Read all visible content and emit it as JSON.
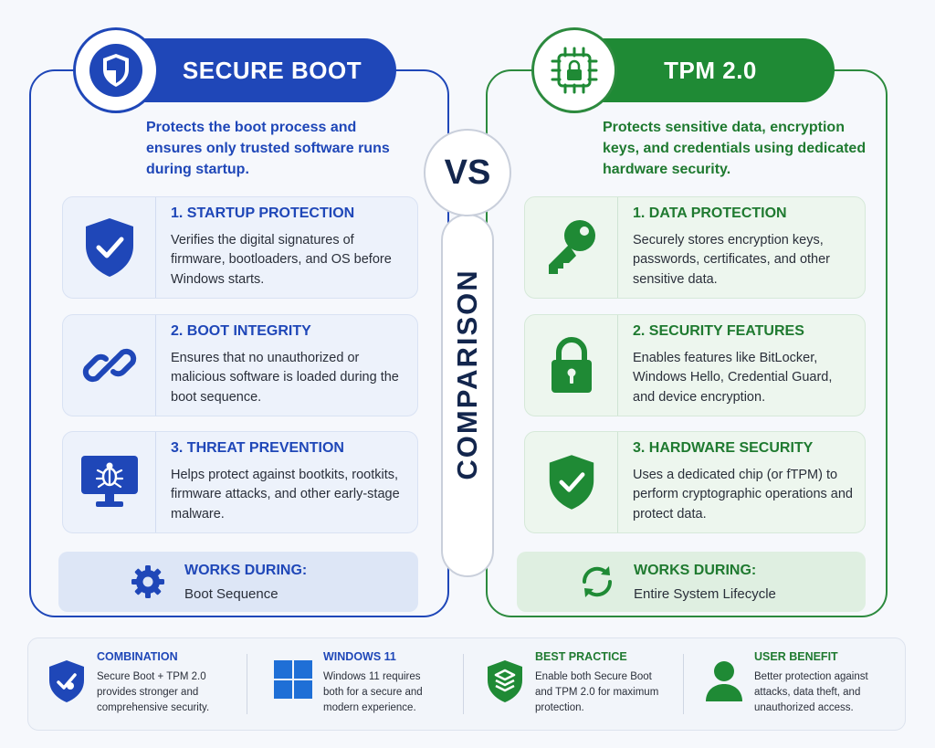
{
  "secure_boot": {
    "title": "SECURE BOOT",
    "intro": "Protects the boot process and ensures only trusted software runs during startup.",
    "accent": "#1f47b8",
    "features": [
      {
        "title": "1. STARTUP PROTECTION",
        "desc": "Verifies the digital signatures of firmware, bootloaders, and OS before Windows starts.",
        "icon": "shield-check-icon"
      },
      {
        "title": "2. BOOT INTEGRITY",
        "desc": "Ensures that no unauthorized or malicious software is loaded during the boot sequence.",
        "icon": "chain-link-icon"
      },
      {
        "title": "3. THREAT PREVENTION",
        "desc": "Helps protect against bootkits, rootkits, firmware attacks, and other early-stage malware.",
        "icon": "monitor-bug-icon"
      }
    ],
    "works_label": "WORKS DURING:",
    "works_value": "Boot Sequence"
  },
  "tpm": {
    "title": "TPM 2.0",
    "intro": "Protects sensitive data, encryption keys, and credentials using dedicated hardware security.",
    "accent": "#1f8a35",
    "features": [
      {
        "title": "1. DATA PROTECTION",
        "desc": "Securely stores encryption keys, passwords, certificates, and other sensitive data.",
        "icon": "key-icon"
      },
      {
        "title": "2. SECURITY FEATURES",
        "desc": "Enables features like BitLocker, Windows Hello, Credential Guard, and device encryption.",
        "icon": "padlock-icon"
      },
      {
        "title": "3. HARDWARE SECURITY",
        "desc": "Uses a dedicated chip (or fTPM) to perform cryptographic operations and protect data.",
        "icon": "shield-check-icon"
      }
    ],
    "works_label": "WORKS DURING:",
    "works_value": "Entire System Lifecycle"
  },
  "vs_label": "VS",
  "comparison_label": "COMPARISON",
  "bottom": [
    {
      "title": "COMBINATION",
      "desc": "Secure Boot + TPM 2.0 provides stronger and comprehensive security.",
      "color": "#1f47b8",
      "icon": "shield-check-icon"
    },
    {
      "title": "WINDOWS 11",
      "desc": "Windows 11 requires both for a secure and modern experience.",
      "color": "#1f47b8",
      "icon": "windows-logo-icon"
    },
    {
      "title": "BEST PRACTICE",
      "desc": "Enable both Secure Boot and TPM 2.0 for maximum protection.",
      "color": "#1f7a30",
      "icon": "shield-layers-icon"
    },
    {
      "title": "USER BENEFIT",
      "desc": "Better protection against attacks, data theft, and unauthorized access.",
      "color": "#1f7a30",
      "icon": "user-icon"
    }
  ]
}
